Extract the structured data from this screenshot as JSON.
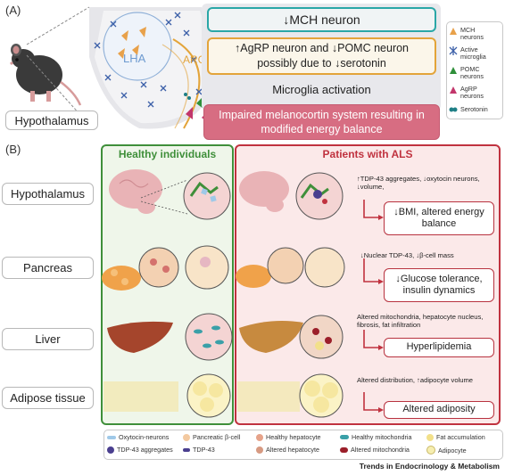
{
  "panel_a": {
    "letter": "(A)",
    "region_labels": {
      "lha": "LHA",
      "arc": "ARC"
    },
    "hypothalamus_label": "Hypothalamus",
    "boxes": {
      "mch": "↓MCH neuron",
      "agrp": "↑AgRP neuron and ↓POMC neuron possibly due to ↓serotonin",
      "microglia": "Microglia activation",
      "melanocortin": "Impaired melanocortin system resulting in modified energy balance"
    },
    "legend": [
      {
        "label": "MCH neurons",
        "color": "#e8a14a",
        "icon": "mch-neuron-icon"
      },
      {
        "label": "Active microglia",
        "color": "#3b5fa8",
        "icon": "microglia-icon"
      },
      {
        "label": "POMC neurons",
        "color": "#2f8f3a",
        "icon": "pomc-neuron-icon"
      },
      {
        "label": "AgRP neurons",
        "color": "#c2366b",
        "icon": "agrp-neuron-icon"
      },
      {
        "label": "Serotonin",
        "color": "#1f7f86",
        "icon": "serotonin-icon"
      }
    ]
  },
  "panel_b": {
    "letter": "(B)",
    "healthy_title": "Healthy individuals",
    "als_title": "Patients with ALS",
    "rows": [
      {
        "organ": "Hypothalamus",
        "als_text": "↑TDP-43 aggregates, ↓oxytocin neurons, ↓volume,",
        "outcome": "↓BMI, altered energy balance"
      },
      {
        "organ": "Pancreas",
        "als_text": "↓Nuclear TDP-43, ↓β-cell mass",
        "outcome": "↓Glucose tolerance, insulin dynamics"
      },
      {
        "organ": "Liver",
        "als_text": "Altered mitochondria, hepatocyte nucleus, fibrosis, fat infiltration",
        "outcome": "Hyperlipidemia"
      },
      {
        "organ": "Adipose tissue",
        "als_text": "Altered distribution, ↑adipocyte volume",
        "outcome": "Altered adiposity"
      }
    ],
    "legend": [
      {
        "label": "Oxytocin-neurons",
        "color": "#9fc9e8",
        "icon": "oxytocin-neuron-icon"
      },
      {
        "label": "Pancreatic β-cell",
        "color": "#f3c9a0",
        "icon": "beta-cell-icon"
      },
      {
        "label": "Healthy hepatocyte",
        "color": "#e6a38a",
        "icon": "healthy-hepatocyte-icon"
      },
      {
        "label": "Healthy mitochondria",
        "color": "#3aa0a8",
        "icon": "healthy-mitochondria-icon"
      },
      {
        "label": "Fat accumulation",
        "color": "#f2e08a",
        "icon": "fat-accumulation-icon"
      },
      {
        "label": "TDP-43 aggregates",
        "color": "#4a3f8f",
        "icon": "tdp43-aggregates-icon"
      },
      {
        "label": "TDP-43",
        "color": "#4a3f8f",
        "icon": "tdp43-icon"
      },
      {
        "label": "Altered hepatocyte",
        "color": "#d79a82",
        "icon": "altered-hepatocyte-icon"
      },
      {
        "label": "Altered mitochondria",
        "color": "#9b1f2a",
        "icon": "altered-mitochondria-icon"
      },
      {
        "label": "Adipocyte",
        "color": "#f6eeb0",
        "icon": "adipocyte-icon"
      }
    ]
  },
  "footer": "Trends in Endocrinology & Metabolism",
  "colors": {
    "healthy_green": "#3f8f3a",
    "als_red": "#c0323f",
    "teal": "#2aa7a7",
    "orange": "#e3a43a",
    "pink_box": "#d76d82"
  }
}
